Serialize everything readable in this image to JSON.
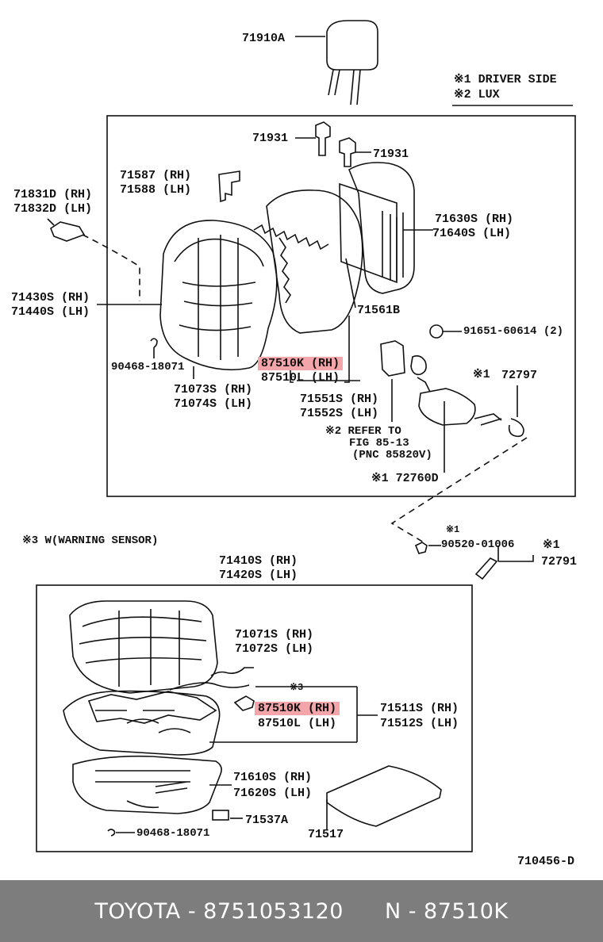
{
  "legend": {
    "l1": "※1 DRIVER SIDE",
    "l2": "※2 LUX"
  },
  "labels": {
    "headrest": "71910A",
    "guide1": "71931",
    "guide2": "71931",
    "bracket_rh": "71587 (RH)",
    "bracket_lh": "71588 (LH)",
    "hook_rh": "71831D (RH)",
    "hook_lh": "71832D (LH)",
    "frame_rh": "71630S (RH)",
    "frame_lh": "71640S (LH)",
    "back_cover_rh": "71430S (RH)",
    "back_cover_lh": "71440S (LH)",
    "pad_back": "71561B",
    "bolt": "91651-60614 (2)",
    "hog_ring_back": "90468-18071",
    "heater_back_rh": "87510K (RH)",
    "heater_back_lh": "87510L (LH)",
    "back_pad_rh": "71073S (RH)",
    "back_pad_lh": "71074S (LH)",
    "back_pad2_rh": "71551S (RH)",
    "back_pad2_lh": "71552S (LH)",
    "cable_mark": "※1",
    "cable": "72797",
    "refer_1": "※2 REFER TO",
    "refer_2": "FIG 85-13",
    "refer_3": "(PNC 85820V)",
    "adjuster": "※1 72760D",
    "sensor_note": "※3 W(WARNING SENSOR)",
    "screw_mark": "※1",
    "screw": "90520-01006",
    "lever_mark": "※1",
    "lever": "72791",
    "cushion_rh": "71410S (RH)",
    "cushion_lh": "71420S (LH)",
    "cushion_cover_rh": "71071S (RH)",
    "cushion_cover_lh": "71072S (LH)",
    "sensor_mark": "※3",
    "heater_cush_rh": "87510K (RH)",
    "heater_cush_lh": "87510L (LH)",
    "cush_pad_rh": "71511S (RH)",
    "cush_pad_lh": "71512S (LH)",
    "cush_frame_rh": "71610S (RH)",
    "cush_frame_lh": "71620S (LH)",
    "clip": "71537A",
    "hog_ring_cush": "90468-18071",
    "mat": "71517",
    "figure_id": "710456-D"
  },
  "footer": {
    "left": "TOYOTA - 8751053120",
    "right": "N - 87510K"
  },
  "colors": {
    "highlight": "#f3a5aa",
    "footer_bg": "#7d7d7d"
  }
}
